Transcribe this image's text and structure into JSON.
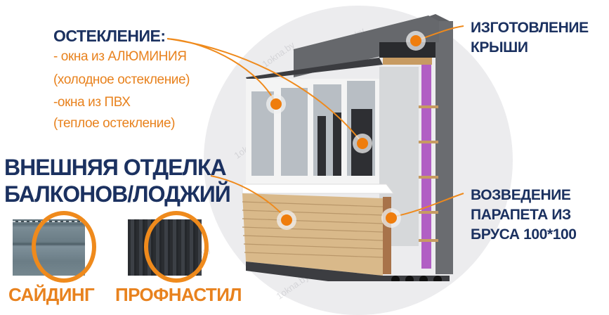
{
  "glazing": {
    "title": "ОСТЕКЛЕНИЕ:",
    "lines": [
      "- окна из АЛЮМИНИЯ",
      "(холодное остекление)",
      "-окна из ПВХ",
      "(теплое остекление)"
    ]
  },
  "main_heading": {
    "line1": "ВНЕШНЯЯ ОТДЕЛКА",
    "line2": "БАЛКОНОВ/ЛОДЖИЙ"
  },
  "products": [
    {
      "label": "САЙДИНГ",
      "icon": "siding-panel-image"
    },
    {
      "label": "ПРОФНАСТИЛ",
      "icon": "profiled-sheet-image"
    }
  ],
  "roof": {
    "line1": "ИЗГОТОВЛЕНИЕ",
    "line2": "КРЫШИ"
  },
  "parapet": {
    "line1": "ВОЗВЕДЕНИЕ",
    "line2": "ПАРАПЕТА ИЗ",
    "line3": "БРУСА 100*100"
  },
  "watermark": "1okna.by",
  "colors": {
    "navy": "#1b3160",
    "orange": "#e8821e",
    "accent_dot": "#ef7d0d"
  }
}
